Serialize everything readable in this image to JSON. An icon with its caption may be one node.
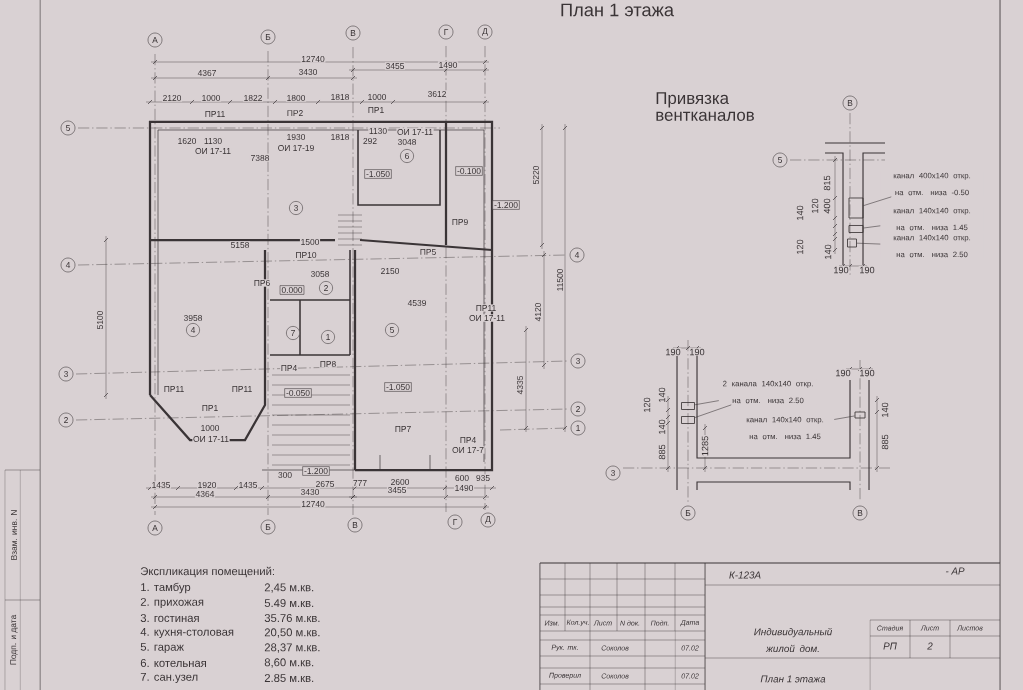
{
  "diagram": {
    "title": "План 1 этажа",
    "nodes": [
      {
        "text": [
          "канал 400х140 откр. на отм. низа -0.50"
        ]
      },
      {
        "text": [
          "канал 140х140 откр. на отм. низа 1.45"
        ]
      },
      {
        "text": [
          "канал 140х140 откр. на отм. низа 2.50"
        ]
      },
      {
        "text": [],
        "shape": "box"
      },
      {
        "text": [],
        "shape": "box"
      },
      {
        "text": [],
        "shape": "box"
      },
      {
        "text": [
          "2 канала 140х140 откр. на отм. низа 2.50"
        ]
      },
      {
        "text": [
          "канал 140х140 откр. на отм. низа 1.45"
        ]
      },
      {
        "text": [],
        "shape": "box"
      },
      {
        "text": [],
        "shape": "box"
      },
      {
        "text": [],
        "shape": "box"
      }
    ],
    "edges": [
      {
        "from": 0,
        "to": 3,
        "arrow": "none"
      },
      {
        "from": 1,
        "to": 4,
        "arrow": "none"
      },
      {
        "from": 2,
        "to": 5,
        "arrow": "none"
      },
      {
        "from": 6,
        "to": 8,
        "arrow": "none"
      },
      {
        "from": 6,
        "to": 9,
        "arrow": "none"
      },
      {
        "from": 7,
        "to": 10,
        "arrow": "none"
      }
    ],
    "labels": [
      "А",
      "Б",
      "В",
      "Г",
      "Д",
      "12740",
      "4367",
      "3430",
      "3455",
      "1490",
      "2120",
      "1000",
      "1822",
      "1800",
      "1818",
      "1000",
      "3612",
      "ПР11",
      "ПР2",
      "ПР1",
      "1620",
      "1130",
      "ОИ 17-11",
      "1930",
      "ОИ 17-19",
      "1818",
      "1130",
      "ОИ 17-11",
      "292",
      "3048",
      "7388",
      "3",
      "6",
      "-1.050",
      "-0.100",
      "-1.200",
      "5",
      "4",
      "3",
      "2",
      "4",
      "3",
      "2",
      "1",
      "ПР9",
      "5158",
      "1500",
      "ПР10",
      "ПР5",
      "ПР6",
      "3058",
      "2150",
      "0.000",
      "2",
      "4539",
      "3958",
      "4",
      "7",
      "1",
      "5",
      "ПР11",
      "ОИ 17-11",
      "ПР4",
      "ПР8",
      "ПР11",
      "ПР11",
      "-0.050",
      "-1.050",
      "ПР1",
      "1000",
      "ОИ 17-11",
      "ПР7",
      "ПР4",
      "ОИ 17-7",
      "-1.200",
      "1435",
      "1920",
      "1435",
      "300",
      "2675",
      "777",
      "2600",
      "600",
      "935",
      "4364",
      "3430",
      "3455",
      "1490",
      "12740",
      "А",
      "Б",
      "В",
      "Г",
      "Д",
      "11500",
      "5220",
      "4120",
      "4335",
      "5100",
      "Привязка вентканалов",
      "В",
      "5",
      "815",
      "140",
      "120",
      "400",
      "120",
      "140",
      "190",
      "190",
      "190",
      "190",
      "190",
      "190",
      "120",
      "140",
      "140",
      "885",
      "1285",
      "140",
      "885",
      "3",
      "Б",
      "В",
      "Экспликация помещений:",
      "1. тамбур",
      "2,45 м.кв.",
      "2. прихожая",
      "5.49 м.кв.",
      "3. гостиная",
      "35.76 м.кв.",
      "4. кухня-столовая",
      "20,50 м.кв.",
      "5. гараж",
      "28,37 м.кв.",
      "6. котельная",
      "8,60 м.кв.",
      "7. сан.узел",
      "2.85 м.кв.",
      "К-123А",
      "- АР",
      "Изм.",
      "Кол.уч.",
      "Лист",
      "N док.",
      "Подп.",
      "Дата",
      "Стадия",
      "Лист",
      "Листов",
      "Рук. тк.",
      "Соколов",
      "07.02",
      "Индивидуальный жилой дом.",
      "РП",
      "2",
      "Проверил",
      "Соколов",
      "07.02",
      "План 1 этажа",
      "Взам. инв. N",
      "Подп. и дата"
    ]
  }
}
